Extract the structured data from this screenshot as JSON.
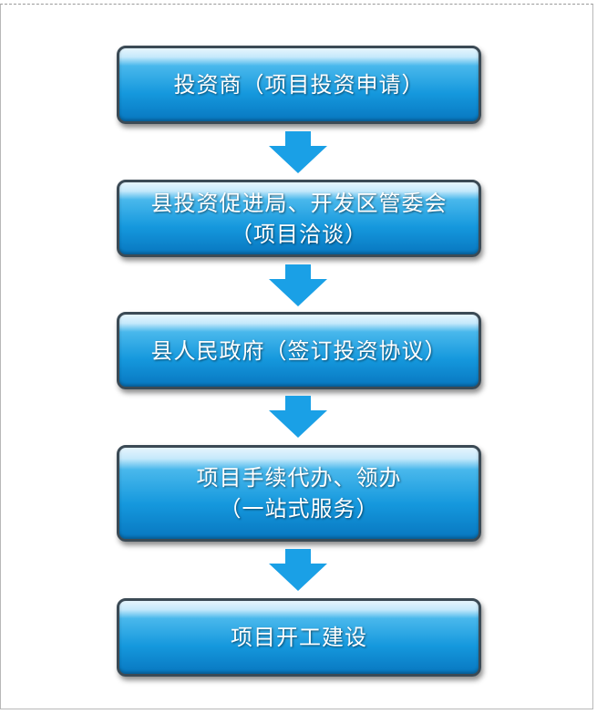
{
  "steps": [
    {
      "lines": [
        "投资商（项目投资申请）"
      ]
    },
    {
      "lines": [
        "县投资促进局、开发区管委会",
        "（项目洽谈）"
      ]
    },
    {
      "lines": [
        "县人民政府（签订投资协议）"
      ]
    },
    {
      "lines": [
        "项目手续代办、领办",
        "（一站式服务）"
      ]
    },
    {
      "lines": [
        "项目开工建设"
      ]
    }
  ],
  "colors": {
    "box_fill": "#1598dd",
    "box_border": "#3b4a55",
    "arrow": "#1aa0e6",
    "text": "#ffffff"
  },
  "icons": {
    "arrow": "down-arrow-icon"
  }
}
